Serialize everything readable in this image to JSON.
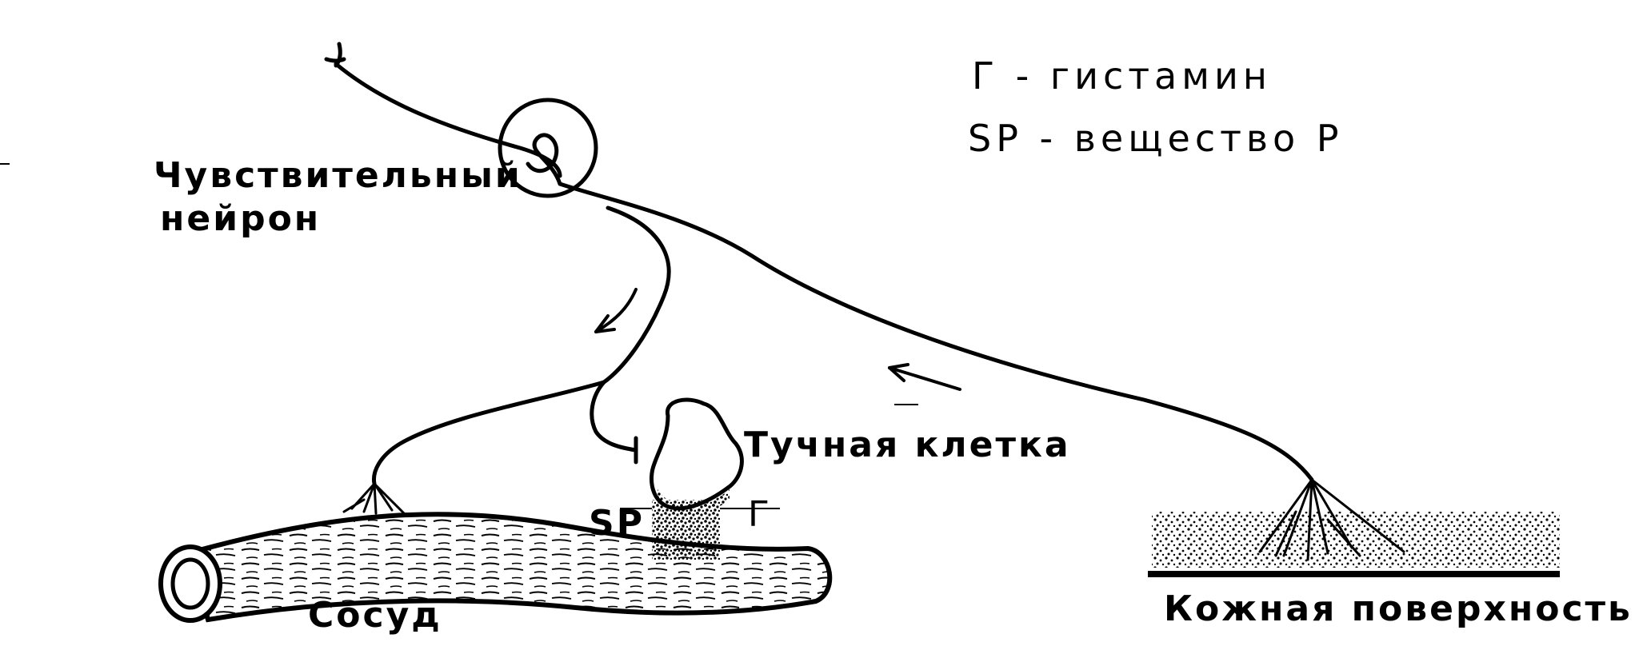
{
  "legend": {
    "line1": "Г - гистамин",
    "line2": "SP - вещество Р"
  },
  "labels": {
    "neuron_line1": "Чувствительный",
    "neuron_line2": "нейрон",
    "mast_cell": "Тучная клетка",
    "sp": "SP",
    "histamine": "Г",
    "vessel": "Сосуд",
    "skin": "Кожная поверхность"
  },
  "colors": {
    "ink": "#000000",
    "paper": "#ffffff"
  }
}
